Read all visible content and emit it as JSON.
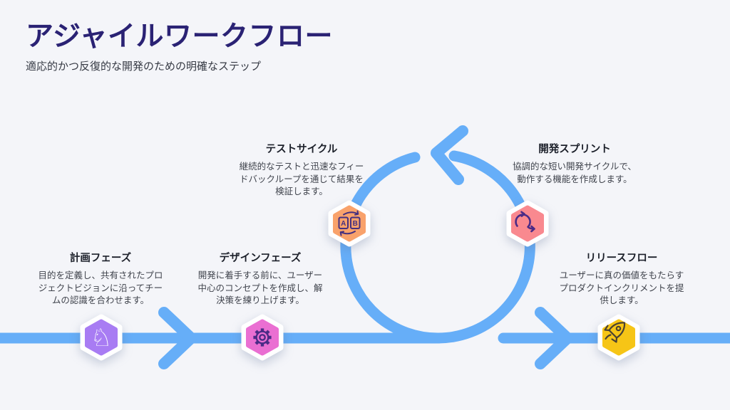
{
  "header": {
    "title": "アジャイルワークフロー",
    "subtitle": "適応的かつ反復的な開発のための明確なステップ"
  },
  "palette": {
    "background": "#f4f5f9",
    "title_color": "#2a2274",
    "heading_text": "#1b1f29",
    "body_text": "#40444d",
    "hexagon_border": "#ffffff"
  },
  "flow": {
    "line_color": "#66aef8",
    "direction": "left-to-right with counterclockwise loop"
  },
  "steps": [
    {
      "id": "planning",
      "title": "計画フェーズ",
      "description": "目的を定義し、共有されたプロジェクトビジョンに沿ってチームの認識を合わせます。",
      "icon": "knight-icon",
      "color": "#a87cf3",
      "icon_color": "#ffffff",
      "knight_glyph": "♘"
    },
    {
      "id": "design",
      "title": "デザインフェーズ",
      "description": "開発に着手する前に、ユーザー中心のコンセプトを作成し、解決策を練り上げます。",
      "icon": "gear-icon",
      "color": "#ea6fd2",
      "icon_color": "#4b2b86"
    },
    {
      "id": "test",
      "title": "テストサイクル",
      "description": "継続的なテストと迅速なフィードバックループを通じて結果を検証します。",
      "icon": "ab-test-icon",
      "color": "#f9a26b",
      "icon_color": "#46307f",
      "letter_a": "A",
      "letter_b": "B"
    },
    {
      "id": "development",
      "title": "開発スプリント",
      "description": "協調的な短い開発サイクルで、動作する機能を作成します。",
      "icon": "sprint-loop-icon",
      "color": "#f9898f",
      "icon_color": "#4b2b86"
    },
    {
      "id": "release",
      "title": "リリースフロー",
      "description": "ユーザーに真の価値をもたらすプロダクトインクリメントを提供します。",
      "icon": "rocket-icon",
      "color": "#f6c516",
      "icon_color": "#4a4233"
    }
  ]
}
